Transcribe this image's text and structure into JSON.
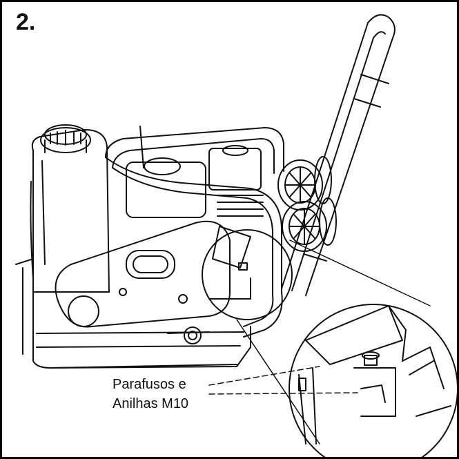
{
  "step": {
    "number": "2."
  },
  "callout": {
    "line1": "Parafusos e",
    "line2": "Anilhas M10"
  },
  "colors": {
    "frame": "#000000",
    "line": "#111111",
    "background": "#ffffff"
  }
}
